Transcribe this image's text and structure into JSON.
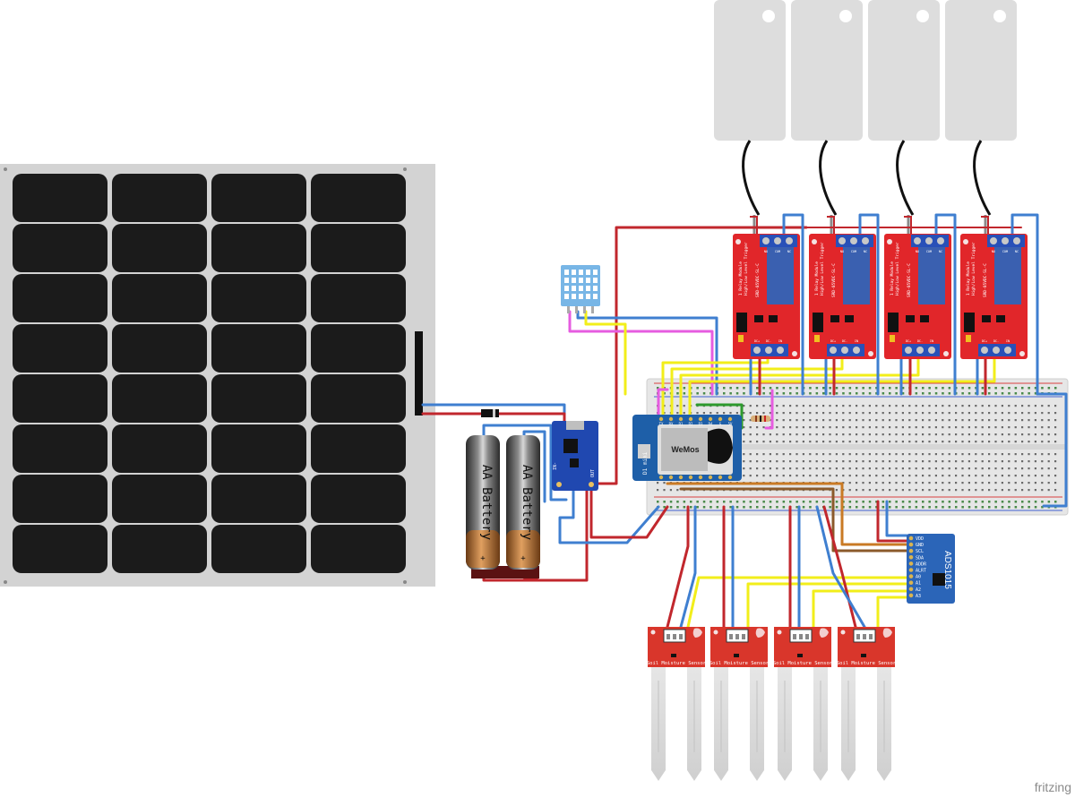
{
  "batteries": [
    {
      "label": "AA Battery",
      "plus": "+"
    },
    {
      "label": "AA Battery",
      "plus": "+"
    }
  ],
  "relays": [
    {
      "line1": "1 Relay Module",
      "line2": "High/Low Level Trigger",
      "coil": "SRD-05VDC-SL-C",
      "pins_top": [
        "NO",
        "COM",
        "NC"
      ],
      "pins_bottom": [
        "DC+",
        "DC-",
        "IN"
      ]
    },
    {
      "line1": "1 Relay Module",
      "line2": "High/Low Level Trigger",
      "coil": "SRD-05VDC-SL-C",
      "pins_top": [
        "NO",
        "COM",
        "NC"
      ],
      "pins_bottom": [
        "DC+",
        "DC-",
        "IN"
      ]
    },
    {
      "line1": "1 Relay Module",
      "line2": "High/Low Level Trigger",
      "coil": "SRD-05VDC-SL-C",
      "pins_top": [
        "NO",
        "COM",
        "NC"
      ],
      "pins_bottom": [
        "DC+",
        "DC-",
        "IN"
      ]
    },
    {
      "line1": "1 Relay Module",
      "line2": "High/Low Level Trigger",
      "coil": "SRD-05VDC-SL-C",
      "pins_top": [
        "NO",
        "COM",
        "NC"
      ],
      "pins_bottom": [
        "DC+",
        "DC-",
        "IN"
      ]
    }
  ],
  "soil_sensors": [
    {
      "label": "Soil Moisture Sensor"
    },
    {
      "label": "Soil Moisture Sensor"
    },
    {
      "label": "Soil Moisture Sensor"
    },
    {
      "label": "Soil Moisture Sensor"
    }
  ],
  "ads": {
    "title": "ADS1015",
    "pins": [
      "VDD",
      "GND",
      "SCL",
      "SDA",
      "ADDR",
      "ALRT",
      "A0",
      "A1",
      "A2",
      "A3"
    ]
  },
  "wemos": {
    "brand": "WeMos",
    "label": "D1 mini",
    "pins_top": [
      "TX",
      "RX",
      "D1",
      "D2",
      "D3",
      "D4",
      "G",
      "5V"
    ],
    "pins_bottom": [
      "RST",
      "A0",
      "D0",
      "D5",
      "D6",
      "D7",
      "D8",
      "3V3"
    ]
  },
  "charger": {
    "label_in": "IN-",
    "label_out": "OUT"
  },
  "watermark": "fritzing",
  "colors": {
    "wire_red": "#c1272d",
    "wire_blue": "#3f7fd0",
    "wire_yellow": "#f2ee1a",
    "wire_magenta": "#e65ce0",
    "wire_green": "#2e9a2e",
    "wire_orange": "#c97a24",
    "wire_gray": "#8a8a8a",
    "relay_board": "#e1262a",
    "sensor_board": "#d9362b",
    "solar_cell": "#1b1b1b",
    "breadboard": "#e8e8e8",
    "wemos": "#1e5fa8",
    "ads_board": "#2b65b8",
    "dht": "#78b6e6"
  }
}
